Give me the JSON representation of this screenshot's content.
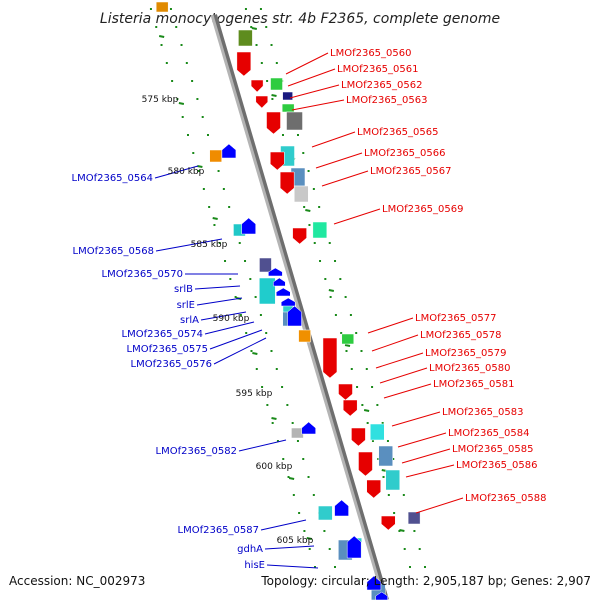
{
  "title": "Listeria monocytogenes str. 4b F2365, complete genome",
  "footer": {
    "accession": "Accession: NC_002973",
    "summary": "Topology: circular; Length: 2,905,187 bp; Genes: 2,907"
  },
  "colors": {
    "backbone": "#8c8c8c",
    "track_dots": "#1a8a1a",
    "forward_label": "#e60000",
    "reverse_label": "#0000c8"
  },
  "ticks": [
    "575 kbp",
    "580 kbp",
    "585 kbp",
    "590 kbp",
    "595 kbp",
    "600 kbp",
    "605 kbp"
  ],
  "forward_genes": [
    "LMOf2365_0560",
    "LMOf2365_0561",
    "LMOf2365_0562",
    "LMOf2365_0563",
    "LMOf2365_0565",
    "LMOf2365_0566",
    "LMOf2365_0567",
    "LMOf2365_0569",
    "LMOf2365_0577",
    "LMOf2365_0578",
    "LMOf2365_0579",
    "LMOf2365_0580",
    "LMOf2365_0581",
    "LMOf2365_0583",
    "LMOf2365_0584",
    "LMOf2365_0585",
    "LMOf2365_0586",
    "LMOf2365_0588"
  ],
  "reverse_genes": [
    "LMOf2365_0564",
    "LMOf2365_0568",
    "LMOf2365_0570",
    "srlB",
    "srlE",
    "srlA",
    "LMOf2365_0574",
    "LMOf2365_0575",
    "LMOf2365_0576",
    "LMOf2365_0582",
    "LMOf2365_0587",
    "gdhA",
    "hisE"
  ]
}
